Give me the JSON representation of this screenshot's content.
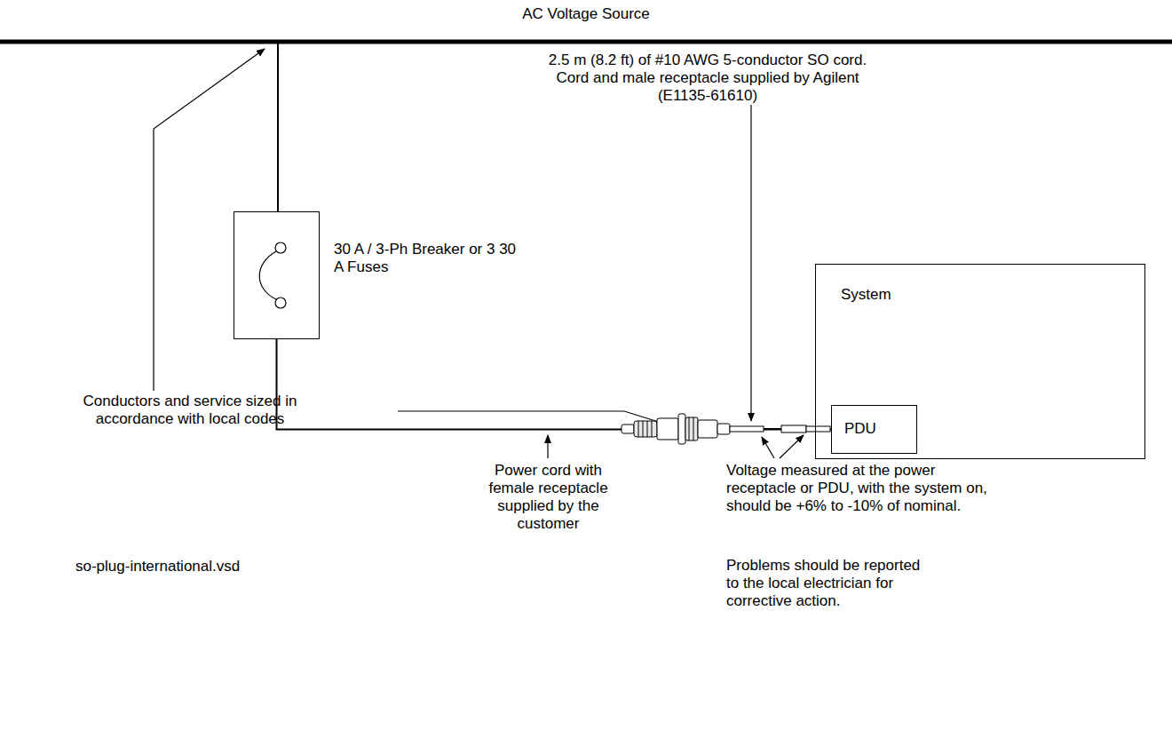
{
  "diagram": {
    "nodes": [
      {
        "text": [
          "30 A / 3-Ph Breaker or 3 30 A Fuses"
        ]
      },
      {
        "text": [
          "System"
        ]
      },
      {
        "text": [
          "PDU"
        ],
        "in": 1
      }
    ],
    "edges": [
      {
        "from": 0,
        "to": 2,
        "arrow": "none"
      }
    ],
    "labels": [
      "AC Voltage Source",
      "2.5 m (8.2 ft) of #10 AWG 5-conductor SO cord.  Cord and male receptacle supplied by Agilent (E1135-61610)",
      "Conductors and service sized in accordance with local codes",
      "Power cord with female receptacle supplied by the customer",
      "Voltage measured at the power receptacle or PDU, with the system on, should be +6% to -10% of nominal.",
      "Problems should be reported to the local electrician for corrective action.",
      "so-plug-international.vsd"
    ]
  }
}
